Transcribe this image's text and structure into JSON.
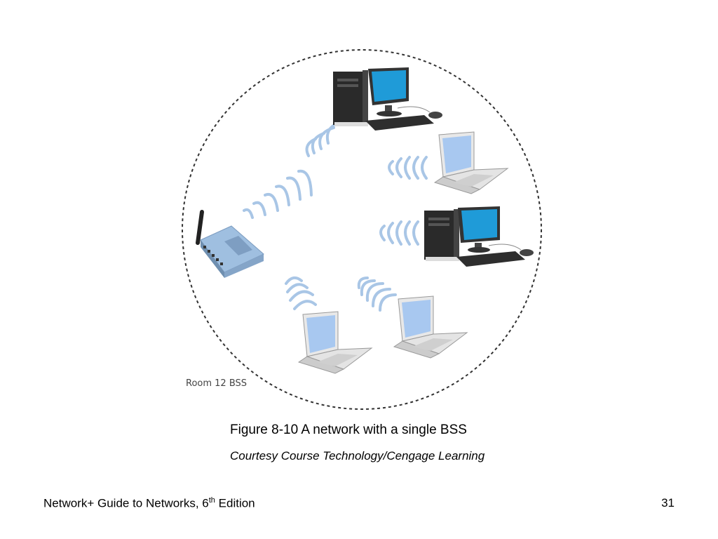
{
  "diagram": {
    "bss_label": "Room 12 BSS",
    "colors": {
      "signal": "#a9c6e6",
      "router": "#9fbfe0",
      "screen": "#1f9bd8",
      "laptop_screen": "#a8c8f0",
      "boundary": "#333333"
    }
  },
  "caption": {
    "title": "Figure 8-10 A network with a single BSS",
    "credit": "Courtesy Course Technology/Cengage Learning"
  },
  "footer": {
    "book_prefix": "Network+ Guide to Networks, 6",
    "book_sup": "th",
    "book_suffix": " Edition",
    "page_number": "31"
  }
}
